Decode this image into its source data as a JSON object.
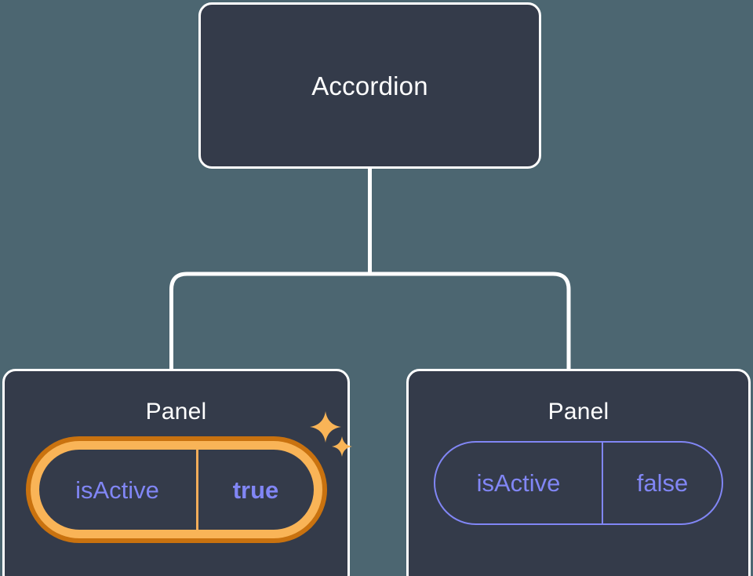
{
  "diagram": {
    "type": "component-tree",
    "background_color": "#4c6671",
    "node_fill_color": "#343b4a",
    "node_border_color": "#ffffff",
    "connector_color": "#ffffff",
    "accent_highlight_color": "#f9b457",
    "accent_highlight_glow_color": "#c9720f",
    "prop_text_color": "#8186f5"
  },
  "root": {
    "label": "Accordion"
  },
  "children": [
    {
      "label": "Panel",
      "highlighted": true,
      "prop": {
        "key": "isActive",
        "value": "true"
      },
      "sparkle_icons": [
        "sparkle-icon-large",
        "sparkle-icon-small"
      ]
    },
    {
      "label": "Panel",
      "highlighted": false,
      "prop": {
        "key": "isActive",
        "value": "false"
      }
    }
  ]
}
